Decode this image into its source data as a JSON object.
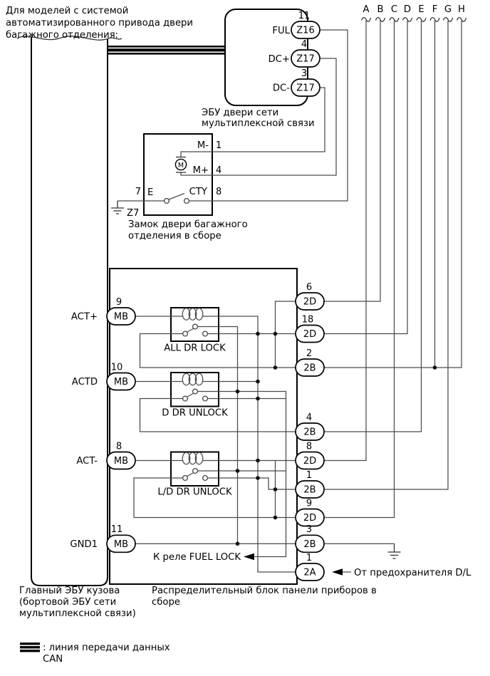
{
  "note": {
    "line1": "Для моделей с системой",
    "line2": "автоматизированного привода двери",
    "line3": "багажного отделения:"
  },
  "branch_letters": {
    "a": "A",
    "b": "B",
    "c": "C",
    "d": "D",
    "e": "E",
    "f": "F",
    "g": "G",
    "h": "H"
  },
  "door_ecu": {
    "label_line1": "ЭБУ двери сети",
    "label_line2": "мультиплексной связи",
    "pins": {
      "ful": {
        "name": "FUL",
        "number": "11",
        "connector": "Z16"
      },
      "dc_plus": {
        "name": "DC+",
        "number": "4",
        "connector": "Z17"
      },
      "dc_minus": {
        "name": "DC-",
        "number": "3",
        "connector": "Z17"
      }
    }
  },
  "trunk_lock": {
    "label_line1": "Замок двери багажного",
    "label_line2": "отделения в сборе",
    "ground_connector": "Z7",
    "pins": {
      "m_minus": {
        "name": "M-",
        "number": "1"
      },
      "m_plus": {
        "name": "M+",
        "number": "4"
      },
      "cty": {
        "name": "CTY",
        "number": "8"
      },
      "e": {
        "name": "E",
        "number": "7"
      }
    }
  },
  "body_ecu": {
    "label_line1": "Главный ЭБУ кузова",
    "label_line2": "(бортовой ЭБУ сети",
    "label_line3": "мультиплексной связи)",
    "pins": {
      "act_plus": {
        "name": "ACT+",
        "number": "9",
        "connector": "MB"
      },
      "actd": {
        "name": "ACTD",
        "number": "10",
        "connector": "MB"
      },
      "act_minus": {
        "name": "ACT-",
        "number": "8",
        "connector": "MB"
      },
      "gnd1": {
        "name": "GND1",
        "number": "11",
        "connector": "MB"
      }
    }
  },
  "junction_block": {
    "label_line1": "Распределительный блок панели приборов в",
    "label_line2": "сборе",
    "relays": {
      "all_dr_lock": "ALL DR LOCK",
      "d_dr_unlock": "D DR UNLOCK",
      "ld_dr_unlock": "L/D DR UNLOCK"
    },
    "connectors": {
      "c2d6": {
        "label": "2D",
        "number": "6"
      },
      "c2d18": {
        "label": "2D",
        "number": "18"
      },
      "c2b2": {
        "label": "2B",
        "number": "2"
      },
      "c2b4": {
        "label": "2B",
        "number": "4"
      },
      "c2d8": {
        "label": "2D",
        "number": "8"
      },
      "c2b1": {
        "label": "2B",
        "number": "1"
      },
      "c2d9": {
        "label": "2D",
        "number": "9"
      },
      "c2b3": {
        "label": "2B",
        "number": "3"
      },
      "c2a1": {
        "label": "2A",
        "number": "1"
      }
    }
  },
  "annotations": {
    "fuel_lock": "К реле FUEL LOCK",
    "fuse": "От предохранителя D/L"
  },
  "legend": {
    "text": ": линия передачи данных",
    "line2": "CAN"
  },
  "colors": {
    "line": "#4a4a4a",
    "outline": "#000000",
    "background": "#ffffff"
  }
}
